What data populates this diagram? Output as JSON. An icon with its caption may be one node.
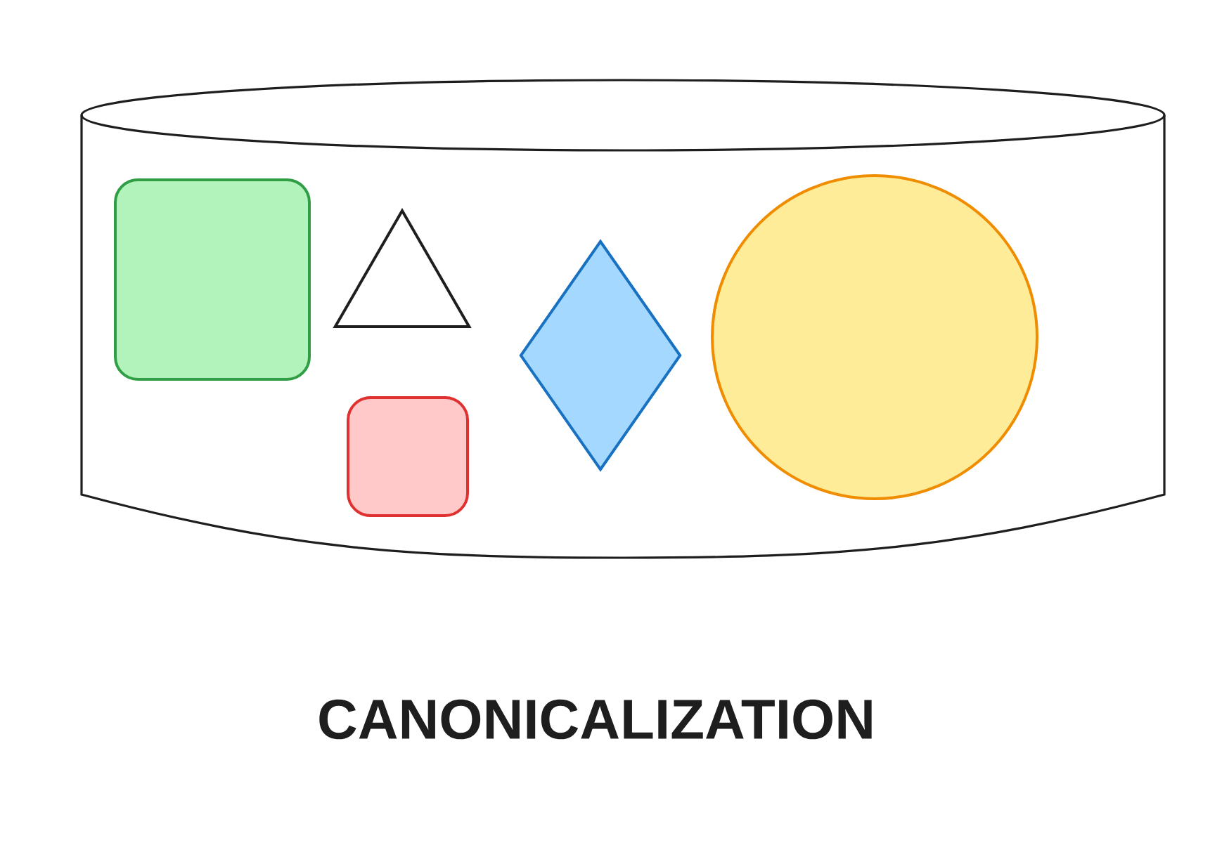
{
  "diagram": {
    "caption": "CANONICALIZATION",
    "nodes": [
      {
        "text": [],
        "shape": "cylinder"
      },
      {
        "text": [],
        "shape": "box",
        "in": 0
      },
      {
        "text": [],
        "shape": "triangle",
        "in": 0
      },
      {
        "text": [],
        "shape": "box",
        "in": 0
      },
      {
        "text": [],
        "shape": "diamond",
        "in": 0
      },
      {
        "text": [],
        "shape": "circle",
        "in": 0
      }
    ]
  }
}
